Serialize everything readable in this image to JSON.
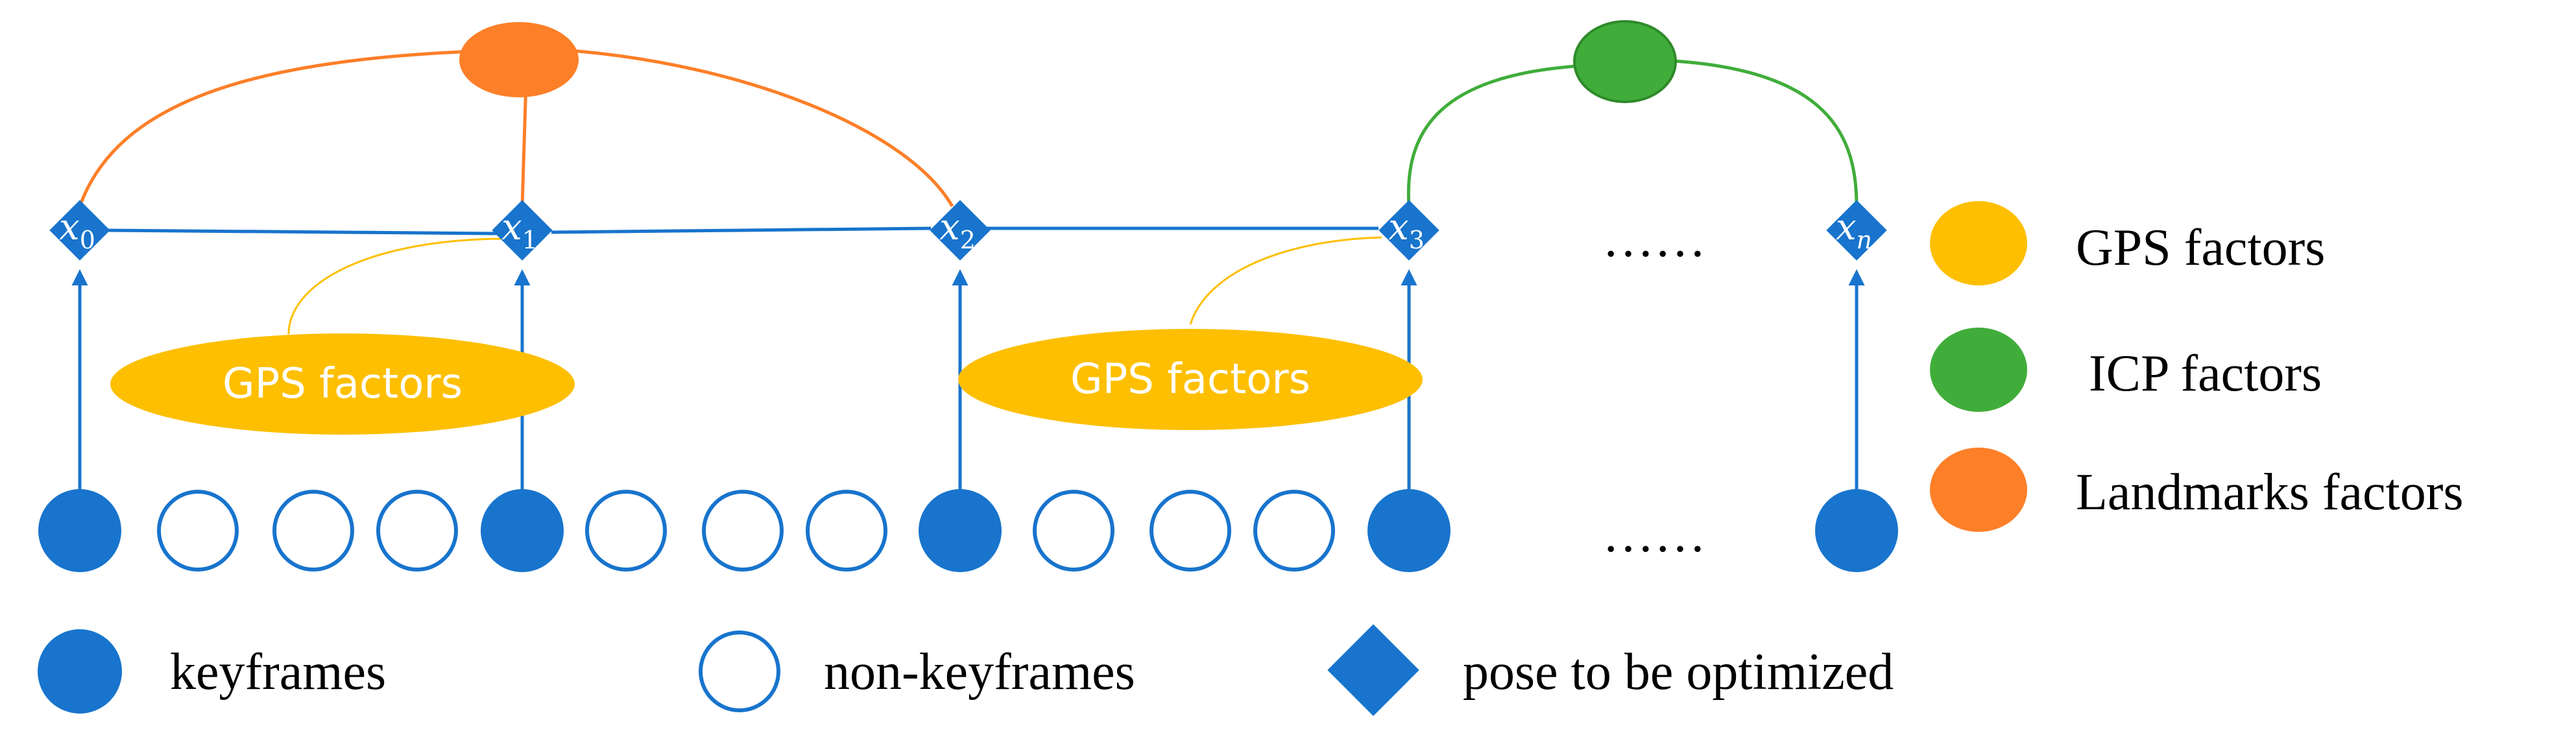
{
  "colors": {
    "blue": "#1874cd",
    "gps": "#fdbf00",
    "icp": "#40ad3a",
    "landmark": "#fd7f28",
    "white": "#ffffff",
    "text": "#000000"
  },
  "poses": [
    {
      "base": "x",
      "sub": "0"
    },
    {
      "base": "x",
      "sub": "1"
    },
    {
      "base": "x",
      "sub": "2"
    },
    {
      "base": "x",
      "sub": "3"
    },
    {
      "base": "x",
      "sub": "n"
    }
  ],
  "ellipsis_top": "……",
  "ellipsis_bottom": "……",
  "gps_factor_labels": [
    "GPS factors",
    "GPS factors"
  ],
  "frames_row": [
    "keyframe",
    "non-keyframe",
    "non-keyframe",
    "non-keyframe",
    "keyframe",
    "non-keyframe",
    "non-keyframe",
    "non-keyframe",
    "keyframe",
    "non-keyframe",
    "non-keyframe",
    "non-keyframe",
    "keyframe",
    "keyframe"
  ],
  "factor_legend": [
    {
      "label": "GPS factors",
      "color": "#fdbf00"
    },
    {
      "label": " ICP factors",
      "color": "#40ad3a"
    },
    {
      "label": "Landmarks factors",
      "color": "#fd7f28"
    }
  ],
  "node_legend": {
    "keyframes": "keyframes",
    "non_keyframes": "non-keyframes",
    "pose": "pose to be optimized"
  }
}
